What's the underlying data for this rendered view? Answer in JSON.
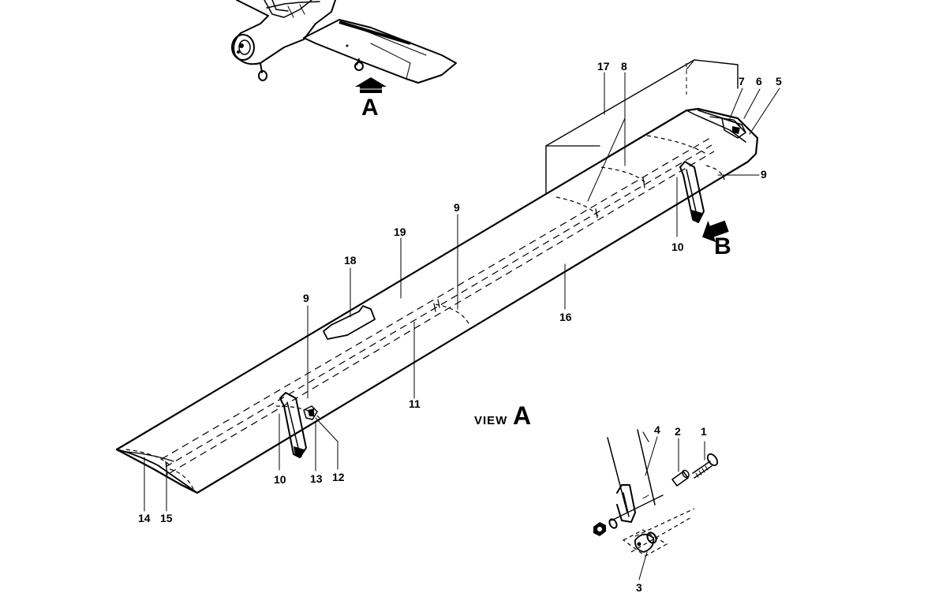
{
  "callouts": {
    "n1": "1",
    "n2": "2",
    "n3": "3",
    "n4": "4",
    "n5": "5",
    "n6": "6",
    "n7": "7",
    "n8": "8",
    "n9": "9",
    "n10": "10",
    "n11": "11",
    "n12": "12",
    "n13": "13",
    "n14": "14",
    "n15": "15",
    "n16": "16",
    "n17": "17",
    "n18": "18",
    "n19": "19"
  },
  "view_markers": {
    "a": "A",
    "b": "B"
  },
  "view_caption": {
    "word": "VIEW",
    "letter": "A"
  }
}
